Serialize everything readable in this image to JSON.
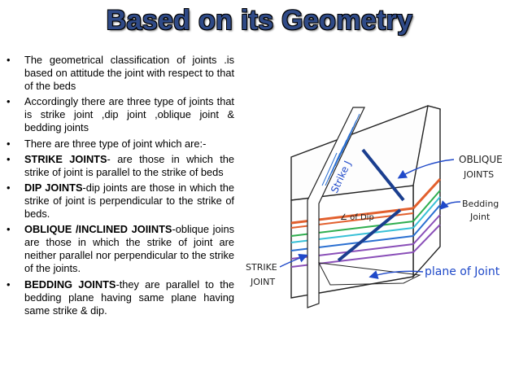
{
  "slide": {
    "title": "Based on its Geometry",
    "bullets": [
      {
        "head": "",
        "text": "The geometrical classification of joints .is based on attitude the joint with respect to that of the beds"
      },
      {
        "head": "",
        "text": "Accordingly there are three type of joints that is strike joint ,dip joint ,oblique joint & bedding joints"
      },
      {
        "head": "",
        "text": "There are three type of joint which are:-"
      },
      {
        "head": "STRIKE JOINTS",
        "text": "- are those in which the strike of joint is parallel to the strike of beds"
      },
      {
        "head": "DIP JOINTS",
        "text": "-dip joints are those in which the strike of joint is perpendicular to the strike of beds."
      },
      {
        "head": "OBLIQUE /INCLINED JOIINTS",
        "text": "-oblique joins are those in which the strike of joint are neither parallel nor perpendicular to the strike of the joints."
      },
      {
        "head": "BEDDING JOINTS",
        "text": "-they are parallel to the bedding plane having same plane having same strike & dip."
      }
    ]
  },
  "diagram": {
    "labels": {
      "strike_j": "Strike J",
      "oblique_line1": "OBLIQUE",
      "oblique_line2": "JOINTS",
      "bedding_line1": "Bedding",
      "bedding_line2": "Joint",
      "angle_of_dip": "∠ of Dip",
      "strike_joint_line1": "STRIKE",
      "strike_joint_line2": "JOINT",
      "plane_of_joint": "plane of Joint"
    },
    "colors": {
      "title": "#2f4a87",
      "orange_bed": "#e2602e",
      "green_bed": "#2fae4f",
      "blue_bed": "#2a6fd1",
      "purple_bed": "#8a4fb8",
      "cyan_bed": "#38c0d6",
      "label_blue": "#1f49c9",
      "label_ink": "#222222"
    }
  }
}
